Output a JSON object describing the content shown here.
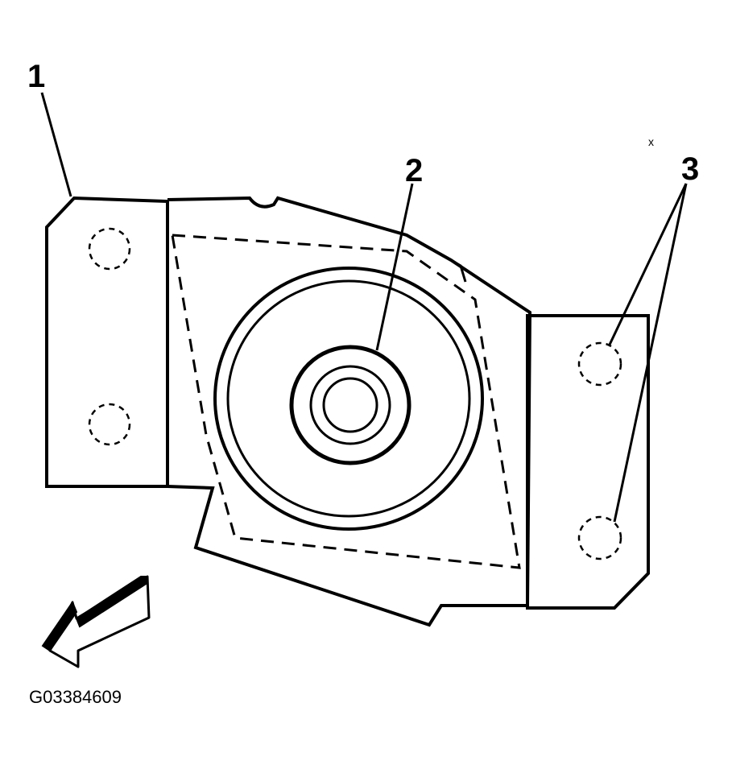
{
  "callouts": {
    "c1": "1",
    "c2": "2",
    "c3": "3"
  },
  "figure_id": "G03384609",
  "stray_mark": "x",
  "colors": {
    "line": "#000000",
    "background": "#ffffff"
  }
}
